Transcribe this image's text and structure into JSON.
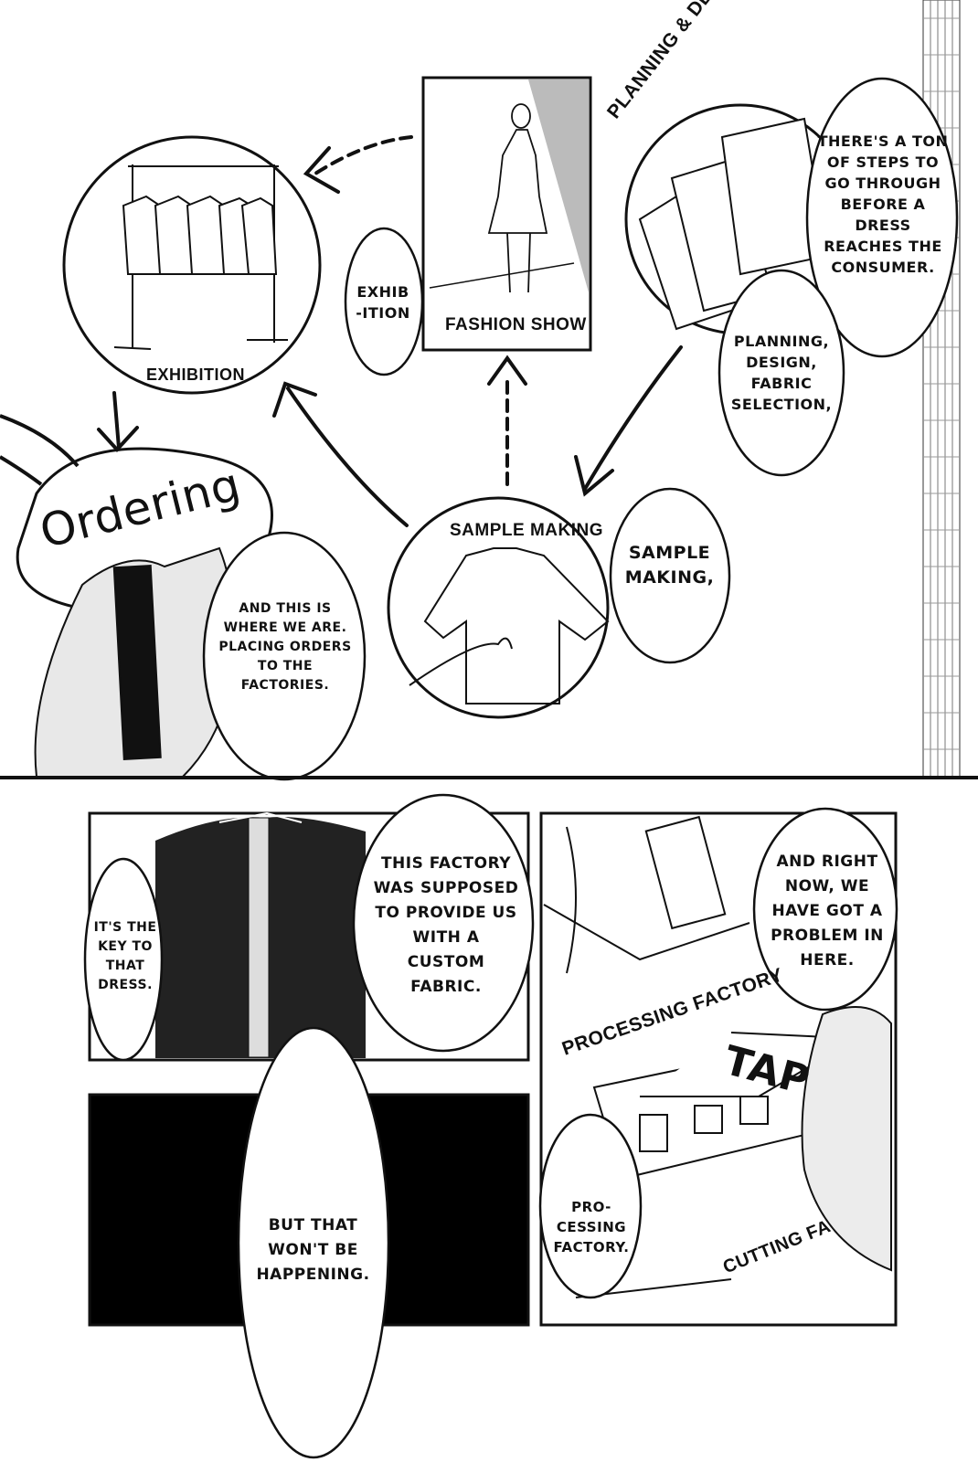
{
  "top_diagram": {
    "nodes": {
      "planning_design": "PLANNING & DESIGN",
      "fashion_show": "FASHION SHOW",
      "exhibition": "EXHIBITION",
      "sample_making": "SAMPLE MAKING",
      "ordering": "Ordering"
    },
    "bubbles": {
      "steps": "THERE'S A TON OF STEPS TO GO THROUGH BEFORE A DRESS REACHES THE CONSUMER.",
      "planning": "PLANNING, DESIGN, FABRIC SELECTION,",
      "sample": "SAMPLE MAKING,",
      "exhibition": "EXHIB-ITION",
      "where_we_are": "AND THIS IS WHERE WE ARE. PLACING ORDERS TO THE FACTORIES."
    }
  },
  "panel_shirt": {
    "bubble_key": "IT'S THE KEY TO THAT DRESS.",
    "bubble_factory": "THIS FACTORY WAS SUPPOSED TO PROVIDE US WITH A CUSTOM FABRIC."
  },
  "panel_map": {
    "bubble_problem": "AND RIGHT NOW, WE HAVE GOT A PROBLEM IN HERE.",
    "bubble_processing": "PRO-CESSING FACTORY.",
    "sign_processing": "PROCESSING FACTORY",
    "sign_cutting": "CUTTING FA",
    "sfx": "TAP"
  },
  "panel_black": {
    "bubble": "BUT THAT WON'T BE HAPPENING."
  },
  "colors": {
    "ink": "#111111",
    "paper": "#ffffff",
    "screen_tone": "#9a9a9a"
  }
}
